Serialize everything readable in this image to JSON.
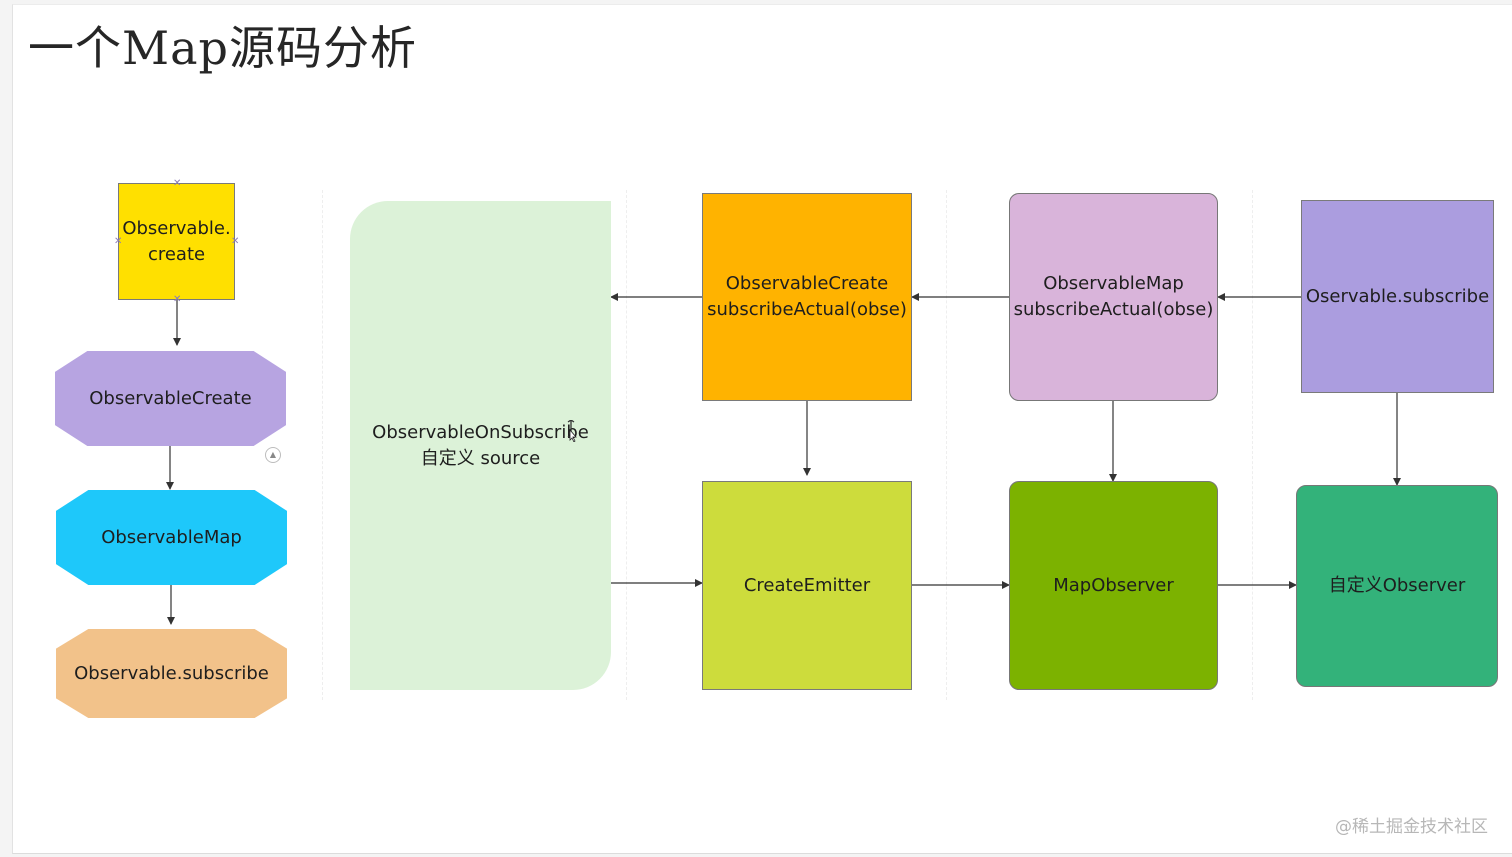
{
  "title": "一个Map源码分析",
  "watermark": "@稀土掘金技术社区",
  "colors": {
    "yellow": "#ffe000",
    "purple_light": "#b7a4e1",
    "cyan": "#1ec8fa",
    "peach": "#f2c28a",
    "pale_green": "#dcf2d8",
    "orange": "#ffb300",
    "pink": "#d9b4da",
    "violet": "#ab9ddf",
    "lime": "#cddc3c",
    "green": "#7cb200",
    "teal": "#33b27a"
  },
  "nodes": {
    "observable_create_call": [
      "Observable.",
      "create"
    ],
    "observable_create_oct": "ObservableCreate",
    "observable_map_oct": "ObservableMap",
    "observable_subscribe_oct": "Observable.subscribe",
    "on_subscribe_source": [
      "ObservableOnSubscribe",
      "自定义 source"
    ],
    "observable_create_actual": [
      "ObservableCreate",
      "subscribeActual(obse)"
    ],
    "observable_map_actual": [
      "ObservableMap",
      "subscribeActual(obse)"
    ],
    "oservable_subscribe": "Oservable.subscribe",
    "create_emitter": "CreateEmitter",
    "map_observer": "MapObserver",
    "custom_observer": "自定义Observer"
  }
}
